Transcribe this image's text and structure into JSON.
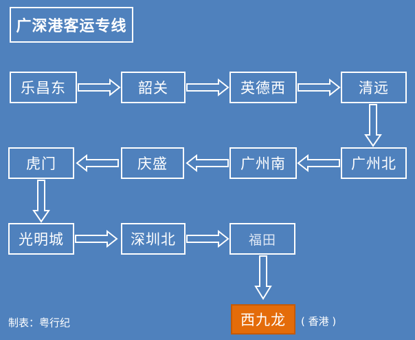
{
  "title": "广深港客运专线",
  "stations": {
    "lechang_east": "乐昌东",
    "shaoguan": "韶关",
    "yingde_west": "英德西",
    "qingyuan": "清远",
    "guangzhou_north": "广州北",
    "guangzhou_south": "广州南",
    "qingsheng": "庆盛",
    "humen": "虎门",
    "guangmingcheng": "光明城",
    "shenzhen_north": "深圳北",
    "futian": "福田",
    "west_kowloon": "西九龙"
  },
  "destination_note": "( 香港 )",
  "credit": "制表：粤行纪",
  "colors": {
    "background": "#4f81bd",
    "line": "#ffffff",
    "destination": "#e46c0a"
  }
}
